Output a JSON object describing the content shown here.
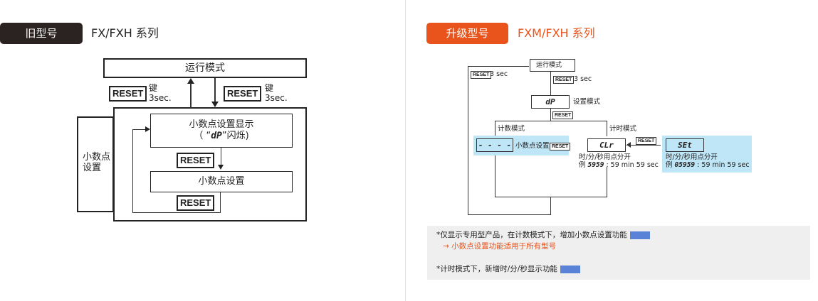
{
  "left": {
    "tag": "旧型号",
    "series": "FX/FXH 系列",
    "run_mode": "运行模式",
    "reset_label": "RESET",
    "key_char": "键",
    "duration": "3sec.",
    "decimal_setting": "小数点设置",
    "decimal_display_line1": "小数点设置显示",
    "decimal_display_line2_pre": "（ “",
    "decimal_display_code": "dP",
    "decimal_display_line2_post": "”闪烁)",
    "decimal_set": "小数点设置"
  },
  "right": {
    "tag": "升级型号",
    "series": "FXM/FXH 系列",
    "run_mode": "运行模式",
    "reset_label": "RESET",
    "duration": "3 sec",
    "dp_code": "dP",
    "setting_mode": "设置模式",
    "count_mode": "计数模式",
    "timer_mode": "计时模式",
    "dashes": "- - - -",
    "decimal_setting": "小数点设置",
    "clr_code": "CLr",
    "set_code": "SEt",
    "hms": "时/分/秒用点分开",
    "example_prefix": "例",
    "example1_code": "5959",
    "example1_suffix": " : 59 min 59 sec",
    "example2_code": "05959",
    "example2_suffix": " : 59 min 59 sec"
  },
  "notes": {
    "note1": "*仅显示专用型产品，在计数模式下，增加小数点设置功能",
    "note1_sub": "→ 小数点设置功能适用于所有型号",
    "note2": "*计时模式下，新增时/分/秒显示功能"
  },
  "colors": {
    "old_tag": "#2b2222",
    "new_tag": "#e8541c",
    "highlight": "#bfe6f7",
    "note_mark": "#5a83d8"
  }
}
